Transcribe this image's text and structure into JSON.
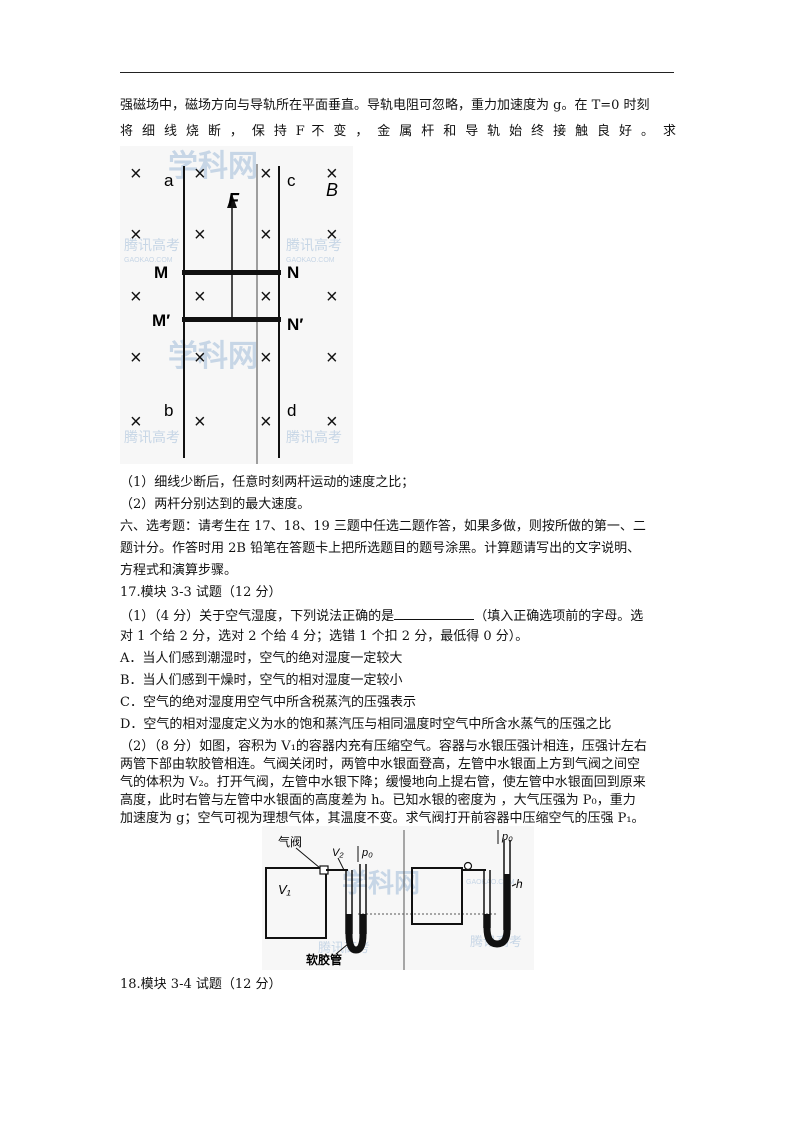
{
  "header_rule": true,
  "intro": {
    "line1": "强磁场中，磁场方向与导轨所在平面垂直。导轨电阻可忽略，重力加速度为 g。在 T=0 时刻",
    "line2": "将 细 线 烧 断 ， 保 持 F 不 变 ， 金 属 杆 和 导 轨 始 终 接 触 良 好 。 求"
  },
  "figure1": {
    "labels": {
      "a": "a",
      "b": "b",
      "c": "c",
      "d": "d",
      "M": "M",
      "N": "N",
      "M_prime": "M′",
      "N_prime": "N′",
      "F": "F",
      "B": "B"
    },
    "cross": "×",
    "watermarks": [
      "学科网",
      "腾讯高考",
      "GAOKAO.COM",
      "腾讯高考",
      "GAOKAO.COM"
    ]
  },
  "questions16": [
    "（1）细线少断后，任意时刻两杆运动的速度之比；",
    "（2）两杆分别达到的最大速度。"
  ],
  "section6": {
    "line1": "六、选考题：请考生在 17、18、19 三题中任选二题作答，如果多做，则按所做的第一、二",
    "line2": "题计分。作答时用 2B 铅笔在答题卡上把所选题目的题号涂黑。计算题请写出的文字说明、",
    "line3": "方程式和演算步骤。"
  },
  "q17": {
    "title": "17.模块 3-3 试题（12 分）",
    "p1_before_blank": "（1）（4 分）关于空气湿度，下列说法正确的是",
    "p1_after_blank": "（填入正确选项前的字母。选",
    "p1_line2": "对 1 个给 2 分，选对 2 个给 4 分；选错 1 个扣 2 分，最低得 0 分）。",
    "options": [
      "A．当人们感到潮湿时，空气的绝对湿度一定较大",
      "B．当人们感到干燥时，空气的相对湿度一定较小",
      "C．空气的绝对湿度用空气中所含税蒸汽的压强表示",
      "D．空气的相对湿度定义为水的饱和蒸汽压与相同温度时空气中所含水蒸气的压强之比"
    ],
    "p2": [
      "（2）（8 分）如图，容积为 V₁的容器内充有压缩空气。容器与水银压强计相连，压强计左右",
      "两管下部由软胶管相连。气阀关闭时，两管中水银面登高，左管中水银面上方到气阀之间空",
      "气的体积为 V₂。打开气阀，左管中水银下降；缓慢地向上提右管，使左管中水银面回到原来",
      "高度，此时右管与左管中水银面的高度差为 h。已知水银的密度为    ，大气压强为 P₀，重力",
      "加速度为 g；空气可视为理想气体，其温度不变。求气阀打开前容器中压缩空气的压强 P₁。"
    ]
  },
  "figure2": {
    "labels": {
      "valve": "气阀",
      "V1": "V₁",
      "V2": "V₂",
      "p0_left": "p₀",
      "p0_right": "p₀",
      "h": "h",
      "hose": "软胶管"
    },
    "watermarks": [
      "学科网",
      "腾讯高考",
      "GAOKAO.COM"
    ]
  },
  "q18": {
    "title": "18.模块 3-4 试题（12 分）"
  }
}
